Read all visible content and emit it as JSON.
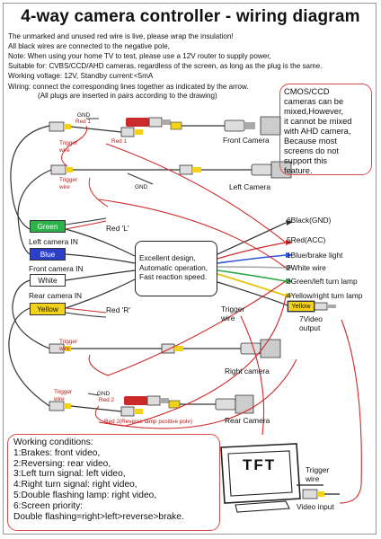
{
  "title": "4-way camera controller - wiring diagram",
  "notes": {
    "line1": "The unmarked and unused red wire is live, please wrap the insulation!",
    "line2": "All black wires are connected to the negative pole,",
    "line3": "Note: When using your home TV to test, please use a 12V router to supply power,",
    "line4": "Suitable for: CVBS/CCD/AHD cameras, regardless of the screen, as long as the plug is the same.",
    "line5": "Working voltage: 12V,          Standby current:<5mA",
    "line6": "Wiring: connect the corresponding lines together as indicated by the arrow.",
    "line7": "(All plugs are inserted in pairs according to the drawing)"
  },
  "callout": {
    "lines": [
      "CMOS/CCD",
      "cameras can be",
      "mixed,However,",
      "it cannot be mixed",
      "with AHD camera,",
      "Because most",
      "screens do not",
      "support this",
      "feature."
    ]
  },
  "labels": {
    "gnd": "GND",
    "red1": "Red 1",
    "red1_b": "Red 1",
    "red2": "Red 2",
    "red2_b": "Red 2(Reverse lamp positive pole)",
    "trigger_wire": "Trigger wire",
    "front_camera": "Front Camera",
    "left_camera": "Left Camera",
    "right_camera": "Right camera",
    "rear_camera": "Rear Camera",
    "red_l": "Red 'L'",
    "red_r": "Red 'R'",
    "left_camera_in": "Left camera IN",
    "front_camera_in": "Front camera IN",
    "rear_camera_in": "Rear camera IN",
    "video_output": "7Video output",
    "video_input": "Video input",
    "screen_text": "TFT"
  },
  "chips": {
    "green": "Green",
    "blue": "Blue",
    "white": "White",
    "yellow": "Yellow",
    "yellow_out": "Yellow"
  },
  "center_box": {
    "lines": [
      "Excellent design,",
      "Automatic operation,",
      "Fast reaction speed."
    ]
  },
  "wires": {
    "w6": "6Black(GND)",
    "w5": "5Red(ACC)",
    "w1": "1Blue/brake light",
    "w2": "2White wire",
    "w3": "3Green/left turn lamp",
    "w4": "4Yellow/right turn lamp"
  },
  "conditions": {
    "title": "Working conditions:",
    "items": [
      "1:Brakes: front video,",
      "2:Reversing: rear video,",
      "3:Left turn signal: left video,",
      "4:Right turn signal: right video,",
      "5:Double flashing lamp: right video,",
      "6:Screen priority:",
      "Double flashing=right>left>reverse>brake."
    ]
  },
  "colors": {
    "wire_red": "#cc2a2a",
    "wire_black": "#222222",
    "chip_green": "#2bb24a",
    "chip_blue": "#2b3fc9",
    "chip_yellow": "#f2d21b",
    "wire_blue": "#2f55d8",
    "wire_white": "#aaaaaa",
    "wire_green": "#2fa84a",
    "wire_yellow": "#e6c30f",
    "frame": "#9a9a9a"
  }
}
